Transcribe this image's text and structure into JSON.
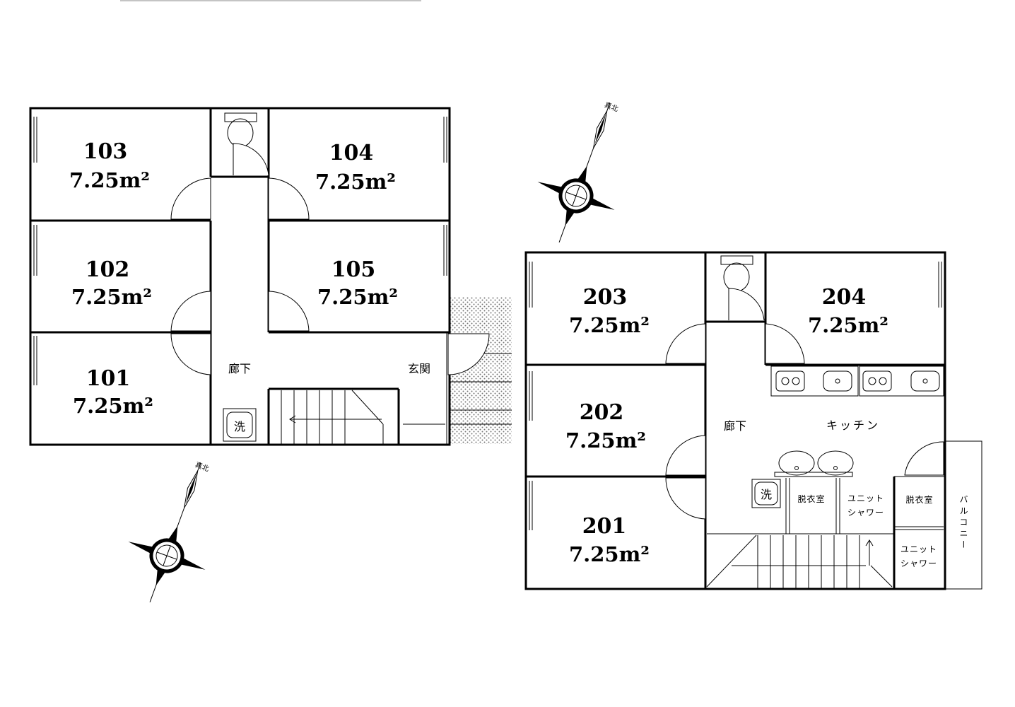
{
  "floor1": {
    "rooms": [
      {
        "number": "103",
        "area": "7.25m²"
      },
      {
        "number": "104",
        "area": "7.25m²"
      },
      {
        "number": "102",
        "area": "7.25m²"
      },
      {
        "number": "105",
        "area": "7.25m²"
      },
      {
        "number": "101",
        "area": "7.25m²"
      }
    ],
    "corridor": "廊下",
    "entrance": "玄関",
    "washer": "洗"
  },
  "floor2": {
    "rooms": [
      {
        "number": "203",
        "area": "7.25m²"
      },
      {
        "number": "204",
        "area": "7.25m²"
      },
      {
        "number": "202",
        "area": "7.25m²"
      },
      {
        "number": "201",
        "area": "7.25m²"
      }
    ],
    "corridor": "廊下",
    "kitchen": "キッチン",
    "washer": "洗",
    "dressing1": "脱衣室",
    "shower1": [
      "ユニット",
      "シャワー"
    ],
    "dressing2": "脱衣室",
    "shower2": [
      "ユニット",
      "シャワー"
    ],
    "balcony": "バルコニー"
  },
  "compass": {
    "label": "真北"
  }
}
